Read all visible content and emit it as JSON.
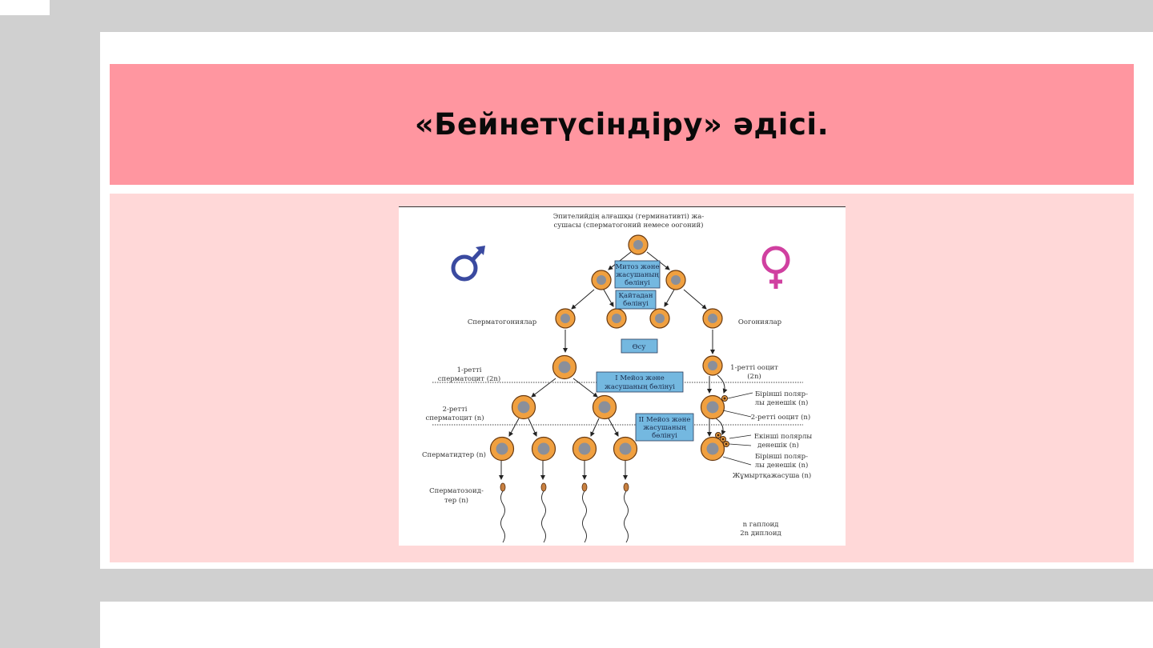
{
  "slide": {
    "title": "«Бейнетүсіндіру» әдісі."
  },
  "diagram": {
    "header_line1": "Эпителийдің алғашқы (герминативті) жа-",
    "header_line2": "сушасы (сперматогоний немесе оогоний)",
    "male_symbol": "♂",
    "female_symbol": "♀",
    "boxes": {
      "mitosis_1": "Митоз және",
      "mitosis_2": "жасушаның",
      "mitosis_3": "бөлінуі",
      "repeat_1": "Қайтадан",
      "repeat_2": "бөлінуі",
      "growth": "Өсу",
      "meiosis1_1": "I Мейоз және",
      "meiosis1_2": "жасушаның бөлінуі",
      "meiosis2_1": "II Мейоз және",
      "meiosis2_2": "жасушаның",
      "meiosis2_3": "бөлінуі"
    },
    "labels": {
      "spermatogonia": "Сперматогониялар",
      "oogonia": "Оогониялар",
      "primary_spermatocyte_1": "1-ретті",
      "primary_spermatocyte_2": "сперматоцит (2n)",
      "primary_oocyte_1": "1-ретті ооцит",
      "primary_oocyte_2": "(2n)",
      "secondary_spermatocyte_1": "2-ретті",
      "secondary_spermatocyte_2": "сперматоцит (n)",
      "first_polar_1": "Бірінші поляр-",
      "first_polar_2": "лы денешік (n)",
      "secondary_oocyte": "2-ретті ооцит (n)",
      "second_polar_1": "Екінші полярлы",
      "second_polar_2": "денешік (n)",
      "first_polar_b1": "Бірінші поляр-",
      "first_polar_b2": "лы денешік (n)",
      "egg": "Жұмыртқажасуша (n)",
      "spermatids": "Сперматидтер (n)",
      "spermatozoa_1": "Сперматозоид-",
      "spermatozoa_2": "тер (n)",
      "legend_1": "n гаплоид",
      "legend_2": "2n диплоид"
    }
  },
  "colors": {
    "title_bar": "#ff96a0",
    "panel": "#ffd8d8",
    "cell_outer": "#f0a040",
    "cell_nucleus": "#8a8f9a",
    "box": "#74b8e0",
    "male": "#3a4aa0",
    "female": "#d040a0"
  }
}
